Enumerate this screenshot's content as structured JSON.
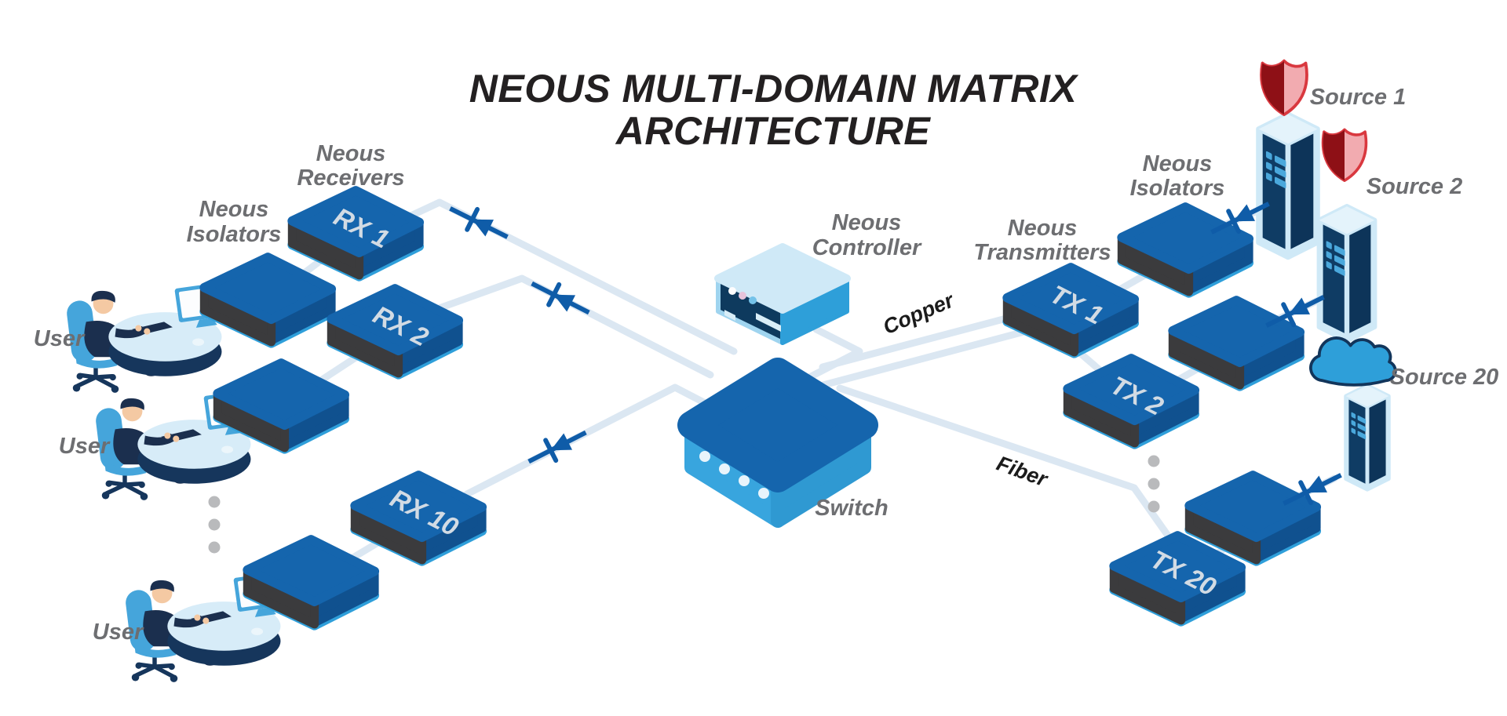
{
  "title": {
    "line1": "NEOUS MULTI-DOMAIN MATRIX",
    "line2": "ARCHITECTURE"
  },
  "group_labels": {
    "receivers": {
      "line1": "Neous",
      "line2": "Receivers"
    },
    "isolators_left": {
      "line1": "Neous",
      "line2": "Isolators"
    },
    "controller": {
      "line1": "Neous",
      "line2": "Controller"
    },
    "transmitters": {
      "line1": "Neous",
      "line2": "Transmitters"
    },
    "isolators_right": {
      "line1": "Neous",
      "line2": "Isolators"
    }
  },
  "devices": {
    "rx1": "RX 1",
    "rx2": "RX 2",
    "rx10": "RX 10",
    "tx1": "TX 1",
    "tx2": "TX 2",
    "tx20": "TX 20",
    "switch": "Switch"
  },
  "users": {
    "user1": "User",
    "user2": "User",
    "user3": "User"
  },
  "sources": {
    "source1": "Source 1",
    "source2": "Source 2",
    "source20": "Source 20"
  },
  "links": {
    "copper": "Copper",
    "fiber": "Fiber"
  },
  "colors": {
    "device_blue": "#1565ad",
    "device_side": "#10518f",
    "device_face_gray": "#3b3b3d",
    "device_base": "#2f9fda",
    "connection_line": "#dbe7f2",
    "diode_blue": "#0f5ca8",
    "switch_top": "#1565ad",
    "switch_front": "#38a5de",
    "controller_light": "#cfe9f7",
    "controller_panel": "#0e3a5e",
    "controller_side": "#2e9fd9",
    "label_gray": "#6d6e71",
    "title_black": "#232021",
    "shield_dark": "#8e1016",
    "shield_light": "#f2abb0",
    "shield_border": "#d9383f",
    "server_case": "#cfe9f7",
    "server_panel": "#0f3c64",
    "server_bars": "#4aa8dc",
    "cloud_blue": "#2e9fd9",
    "ellipsis_gray": "#b9babc"
  }
}
